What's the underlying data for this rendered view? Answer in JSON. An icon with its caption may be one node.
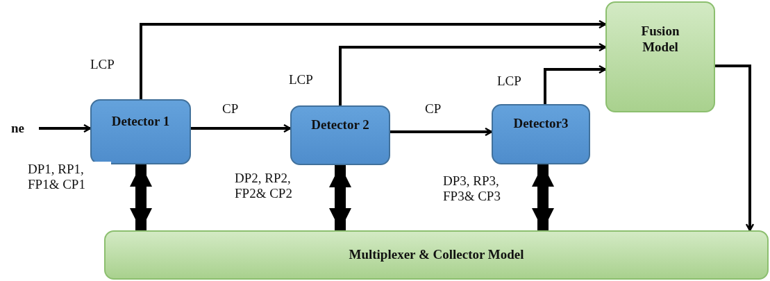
{
  "diagram": {
    "nodes": [
      {
        "text": [
          "ne"
        ]
      },
      {
        "text": [
          "Detector 1"
        ]
      },
      {
        "text": [
          "Detector 2"
        ]
      },
      {
        "text": [
          "Detector3"
        ]
      },
      {
        "text": [
          "Fusion Model"
        ]
      },
      {
        "text": [
          "Multiplexer & Collector Model"
        ]
      }
    ],
    "edges": [
      {
        "from": 0,
        "to": 1,
        "arrow": "to"
      },
      {
        "from": 1,
        "to": 2,
        "arrow": "to",
        "label": "CP"
      },
      {
        "from": 2,
        "to": 3,
        "arrow": "to",
        "label": "CP"
      },
      {
        "from": 1,
        "to": 4,
        "arrow": "to",
        "label": "LCP"
      },
      {
        "from": 2,
        "to": 4,
        "arrow": "to",
        "label": "LCP"
      },
      {
        "from": 3,
        "to": 4,
        "arrow": "to",
        "label": "LCP"
      },
      {
        "from": 4,
        "to": 5,
        "arrow": "to"
      },
      {
        "from": 1,
        "to": 5,
        "arrow": "both",
        "style": "thick",
        "label": "DP1, RP1, FP1& CP1"
      },
      {
        "from": 2,
        "to": 5,
        "arrow": "both",
        "style": "thick",
        "label": "DP2, RP2, FP2& CP2"
      },
      {
        "from": 3,
        "to": 5,
        "arrow": "both",
        "style": "thick",
        "label": "DP3, RP3, FP3& CP3"
      }
    ]
  }
}
